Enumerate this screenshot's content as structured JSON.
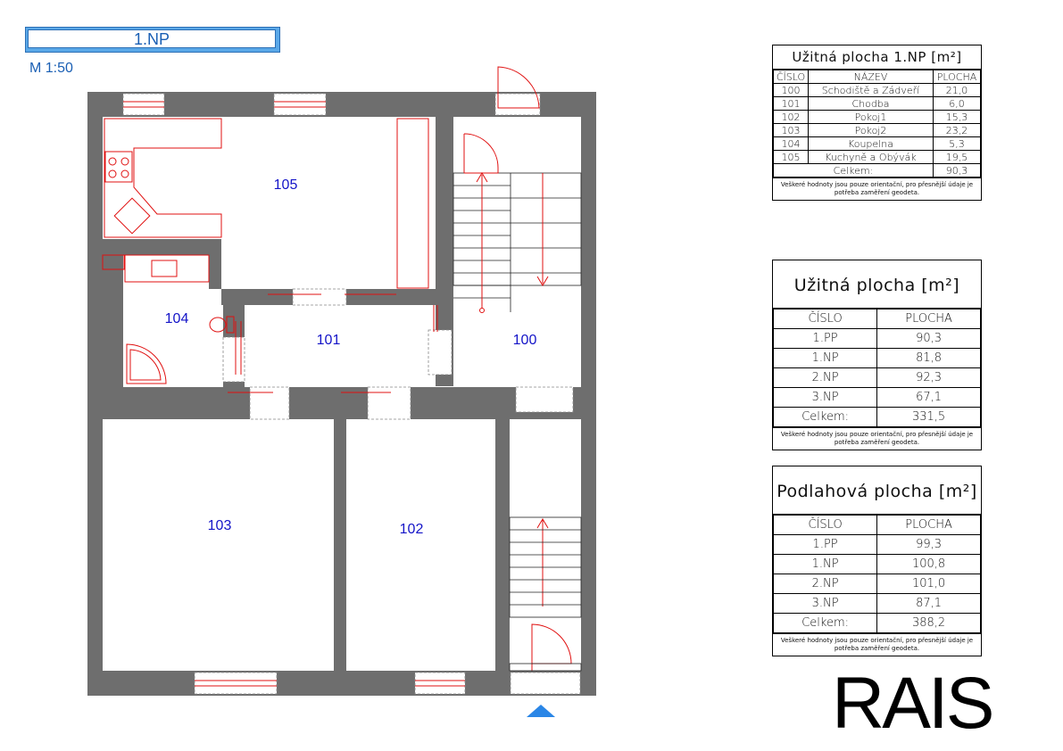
{
  "header": {
    "floor": "1.NP",
    "scale": "M 1:50"
  },
  "rooms": [
    {
      "id": "105",
      "label": "105"
    },
    {
      "id": "104",
      "label": "104"
    },
    {
      "id": "101",
      "label": "101"
    },
    {
      "id": "100",
      "label": "100"
    },
    {
      "id": "103",
      "label": "103"
    },
    {
      "id": "102",
      "label": "102"
    }
  ],
  "table_floor": {
    "title": "Užitná plocha 1.NP",
    "unit": "m²",
    "headers": [
      "ČÍSLO",
      "NÁZEV",
      "PLOCHA"
    ],
    "rows": [
      {
        "cislo": "100",
        "nazev": "Schodiště a Zádveří",
        "plocha": "21,0"
      },
      {
        "cislo": "101",
        "nazev": "Chodba",
        "plocha": "6,0"
      },
      {
        "cislo": "102",
        "nazev": "Pokoj1",
        "plocha": "15,3"
      },
      {
        "cislo": "103",
        "nazev": "Pokoj2",
        "plocha": "23,2"
      },
      {
        "cislo": "104",
        "nazev": "Koupelna",
        "plocha": "5,3"
      },
      {
        "cislo": "105",
        "nazev": "Kuchyně a Obývák",
        "plocha": "19,5"
      }
    ],
    "total_label": "Celkem:",
    "total": "90,3",
    "note": "Veškeré hodnoty jsou pouze orientační, pro přesnější údaje je potřeba zaměření geodeta."
  },
  "table_usable": {
    "title": "Užitná plocha",
    "unit": "m²",
    "headers": [
      "ČÍSLO",
      "PLOCHA"
    ],
    "rows": [
      {
        "cislo": "1.PP",
        "plocha": "90,3"
      },
      {
        "cislo": "1.NP",
        "plocha": "81,8"
      },
      {
        "cislo": "2.NP",
        "plocha": "92,3"
      },
      {
        "cislo": "3.NP",
        "plocha": "67,1"
      }
    ],
    "total_label": "Celkem:",
    "total": "331,5",
    "note": "Veškeré hodnoty jsou pouze orientační, pro přesnější údaje je potřeba zaměření geodeta."
  },
  "table_floorarea": {
    "title": "Podlahová plocha",
    "unit": "m²",
    "headers": [
      "ČÍSLO",
      "PLOCHA"
    ],
    "rows": [
      {
        "cislo": "1.PP",
        "plocha": "99,3"
      },
      {
        "cislo": "1.NP",
        "plocha": "100,8"
      },
      {
        "cislo": "2.NP",
        "plocha": "101,0"
      },
      {
        "cislo": "3.NP",
        "plocha": "87,1"
      }
    ],
    "total_label": "Celkem:",
    "total": "388,2",
    "note": "Veškeré hodnoty jsou pouze orientační, pro přesnější údaje je potřeba zaměření geodeta."
  },
  "logo": {
    "text": "RAIS"
  },
  "colors": {
    "wall": "#6e6e6e",
    "fixtures": "#e01010",
    "labels": "#1414c8",
    "banner": "#5aa8e8",
    "entrance_marker": "#2a86e6"
  }
}
